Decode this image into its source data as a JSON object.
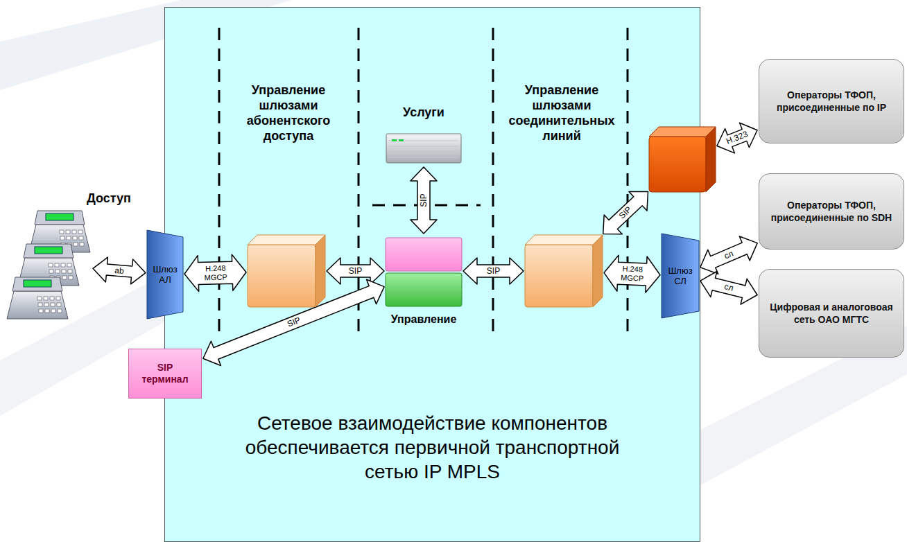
{
  "diagram": {
    "nodes": [
      {
        "text": [
          "Сетевое взаимодействие компонентов обеспечивается первичной транспортной сетью IP MPLS"
        ]
      },
      {
        "text": [
          "Доступ"
        ]
      },
      {
        "text": [
          "Шлюз АЛ"
        ]
      },
      {
        "text": [],
        "in": 0
      },
      {
        "text": [
          "Услуги"
        ],
        "in": 0
      },
      {
        "text": [
          "Управление"
        ],
        "in": 0
      },
      {
        "text": [],
        "in": 0
      },
      {
        "text": []
      },
      {
        "text": [
          "Шлюз СЛ"
        ],
        "in": 0
      },
      {
        "text": [
          "SIP терминал"
        ]
      },
      {
        "text": [
          "Операторы ТФОП, присоединенные по IP"
        ]
      },
      {
        "text": [
          "Операторы ТФОП, присоединенные по SDH"
        ]
      },
      {
        "text": [
          "Цифровая и аналоговоая сеть ОАО МГТС"
        ]
      }
    ],
    "edges": [
      {
        "from": 1,
        "to": 2,
        "label": "ab",
        "arrow": "both"
      },
      {
        "from": 2,
        "to": 3,
        "label": "H.248 MGCP",
        "arrow": "both"
      },
      {
        "from": 3,
        "to": 5,
        "label": "SIP",
        "arrow": "both"
      },
      {
        "from": 4,
        "to": 5,
        "label": "SIP",
        "arrow": "both"
      },
      {
        "from": 5,
        "to": 6,
        "label": "SIP",
        "arrow": "both"
      },
      {
        "from": 6,
        "to": 8,
        "label": "H.248 MGCP",
        "arrow": "both"
      },
      {
        "from": 6,
        "to": 7,
        "label": "SIP",
        "arrow": "both"
      },
      {
        "from": 7,
        "to": 10,
        "label": "H.323",
        "arrow": "both"
      },
      {
        "from": 8,
        "to": 11,
        "label": "сл",
        "arrow": "both"
      },
      {
        "from": 8,
        "to": 12,
        "label": "сл",
        "arrow": "both"
      },
      {
        "from": 9,
        "to": 5,
        "label": "SIP",
        "arrow": "both"
      }
    ],
    "labels": [
      "Управление шлюзами абонентского доступа",
      "Управление шлюзами соединительных линий"
    ]
  }
}
